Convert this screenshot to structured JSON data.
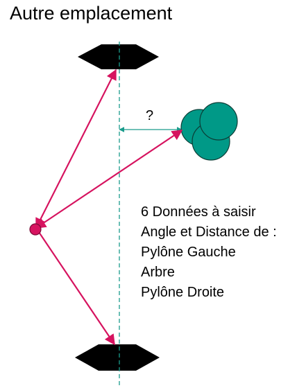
{
  "title": "Autre emplacement",
  "unknown_label": "?",
  "notes": [
    "6 Données à saisir",
    "Angle et Distance de :",
    "Pylône Gauche",
    "Arbre",
    "Pylône Droite"
  ],
  "colors": {
    "arrow": "#d6135f",
    "axis": "#1a9c8c",
    "tree": "#009987",
    "pylon": "#000000",
    "station": "#d6135f"
  }
}
